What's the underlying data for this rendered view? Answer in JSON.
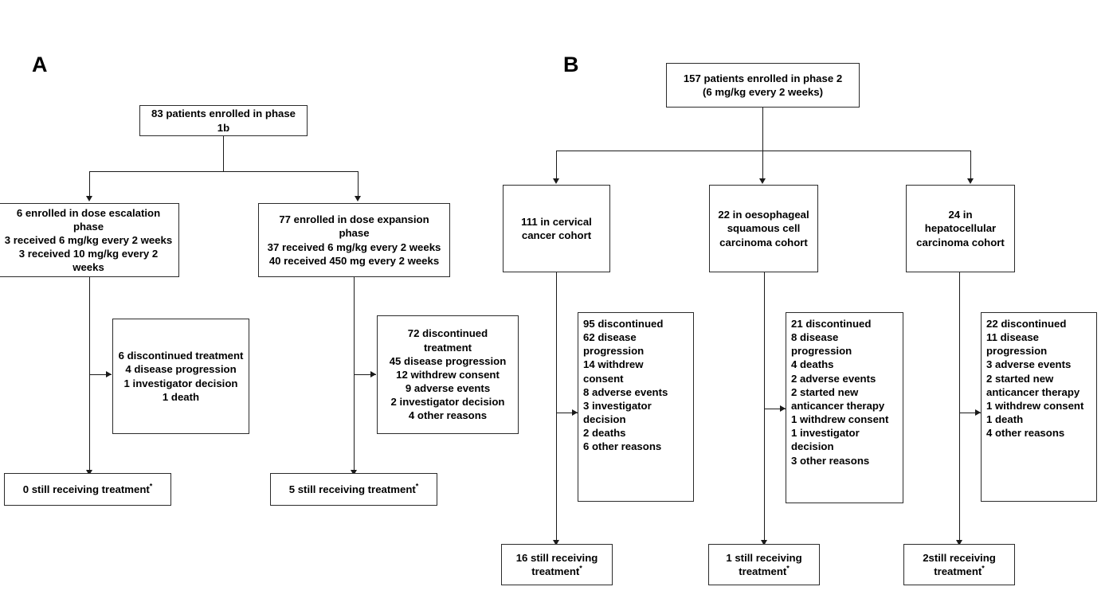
{
  "figure": {
    "type": "consort-flow-diagram",
    "panels": [
      {
        "id": "A",
        "letter": "A",
        "nodes": {
          "enrolled": "83 patients enrolled in phase 1b",
          "escalation": "6 enrolled in dose escalation phase\n3 received 6 mg/kg every 2 weeks\n3 received 10 mg/kg every 2 weeks",
          "expansion": "77 enrolled in dose expansion phase\n37 received 6 mg/kg every 2 weeks\n40 received 450 mg every 2 weeks",
          "escalation_discontinued": "6 discontinued treatment\n4 disease progression\n1 investigator decision\n1 death",
          "expansion_discontinued": "72 discontinued treatment\n45 disease progression\n12 withdrew consent\n9 adverse events\n2 investigator decision\n4 other reasons",
          "escalation_ongoing": "0 still receiving treatment",
          "expansion_ongoing": "5 still receiving treatment"
        }
      },
      {
        "id": "B",
        "letter": "B",
        "nodes": {
          "enrolled": "157 patients enrolled in phase 2\n(6 mg/kg every 2 weeks)",
          "cohort_cervical": "111 in cervical\ncancer cohort",
          "cohort_oesophageal": "22 in oesophageal\nsquamous cell\ncarcinoma cohort",
          "cohort_hepatocellular": "24 in\nhepatocellular\ncarcinoma cohort",
          "cervical_discontinued": "95 discontinued\n62 disease\nprogression\n14 withdrew\nconsent\n8 adverse events\n3 investigator\ndecision\n2 deaths\n6 other reasons",
          "oesophageal_discontinued": "21 discontinued\n8 disease\nprogression\n4 deaths\n2 adverse events\n2 started new\nanticancer therapy\n1 withdrew consent\n1 investigator\ndecision\n3 other reasons",
          "hepatocellular_discontinued": "22 discontinued\n11 disease\nprogression\n3 adverse events\n2 started new\nanticancer therapy\n1 withdrew consent\n1 death\n4 other reasons",
          "cervical_ongoing": "16 still receiving\ntreatment",
          "oesophageal_ongoing": "1 still receiving\ntreatment",
          "hepatocellular_ongoing": "2still receiving\ntreatment"
        }
      }
    ],
    "footnote_marker": "*",
    "colors": {
      "box_border": "#2b2b2b",
      "connector": "#1a1a1a",
      "text": "#000000",
      "background": "#ffffff"
    }
  }
}
